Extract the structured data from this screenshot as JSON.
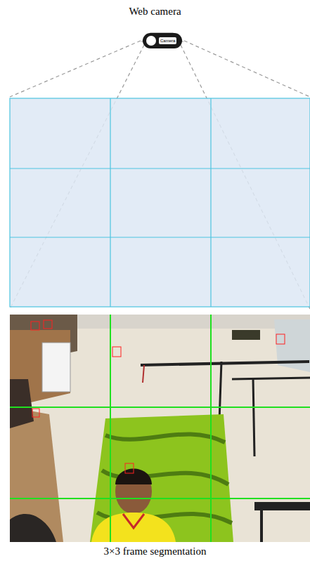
{
  "diagram": {
    "title": "Web camera",
    "caption": "3×3 frame segmentation",
    "nodes": [
      {
        "text": [
          "Camera"
        ]
      }
    ]
  }
}
